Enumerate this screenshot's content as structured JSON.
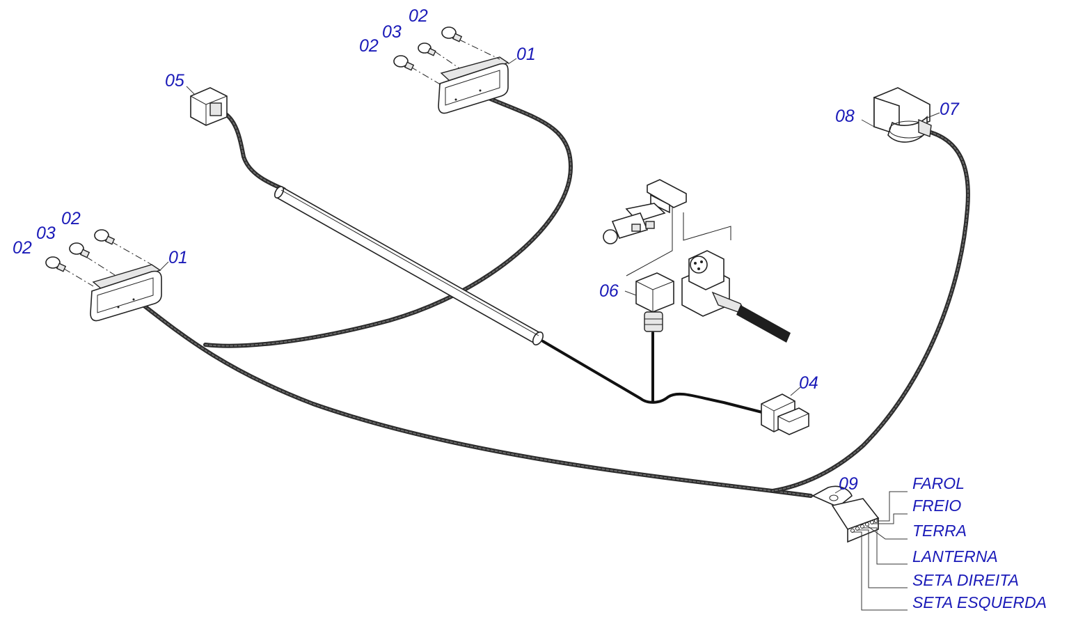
{
  "callouts": {
    "c01_top": "01",
    "c01_left": "01",
    "c02_top_a": "02",
    "c02_top_b": "02",
    "c03_top": "03",
    "c02_left_a": "02",
    "c02_left_b": "02",
    "c03_left": "03",
    "c04": "04",
    "c05": "05",
    "c06": "06",
    "c07": "07",
    "c08": "08",
    "c09": "09"
  },
  "connector_pins": [
    "FAROL",
    "FREIO",
    "TERRA",
    "LANTERNA",
    "SETA DIREITA",
    "SETA ESQUERDA"
  ],
  "colors": {
    "callout_text": "#1a1ab8",
    "cable": "#2b2b2b",
    "line_art": "#222222"
  }
}
